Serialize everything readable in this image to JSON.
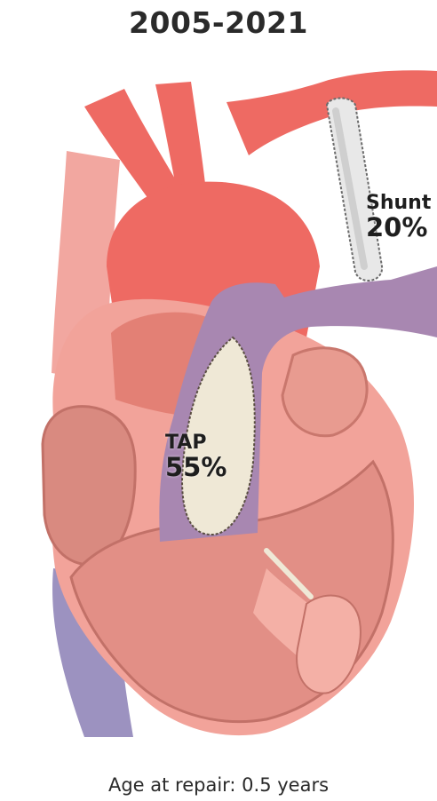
{
  "header": {
    "title": "2005-2021"
  },
  "labels": {
    "tap": {
      "name": "TAP",
      "percent": "55%"
    },
    "shunt": {
      "name": "Shunt",
      "percent": "20%"
    }
  },
  "footer": {
    "caption": "Age at repair: 0.5 years"
  },
  "colors": {
    "aorta": "#ee6a63",
    "pulmonary": "#a887b1",
    "myocardium": "#f2a39a",
    "chamber": "#e28f86",
    "tap_patch": "#efe8d6",
    "shunt_tube": "#e8e8e8",
    "vena_cava": "#9c92c0"
  }
}
